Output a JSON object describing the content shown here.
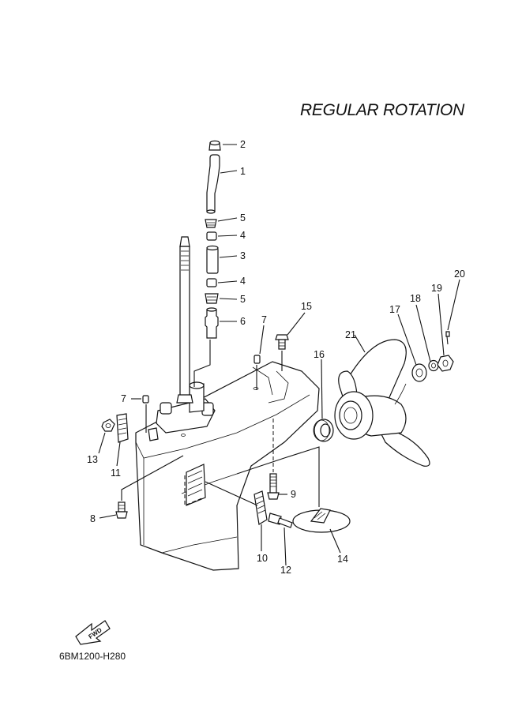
{
  "title": "REGULAR ROTATION",
  "diagram_code": "6BM1200-H280",
  "fwd_label": "FWD",
  "callouts": [
    "1",
    "2",
    "3",
    "4",
    "4",
    "5",
    "5",
    "6",
    "7",
    "7",
    "8",
    "9",
    "10",
    "11",
    "12",
    "13",
    "14",
    "15",
    "16",
    "17",
    "18",
    "19",
    "20",
    "21"
  ]
}
